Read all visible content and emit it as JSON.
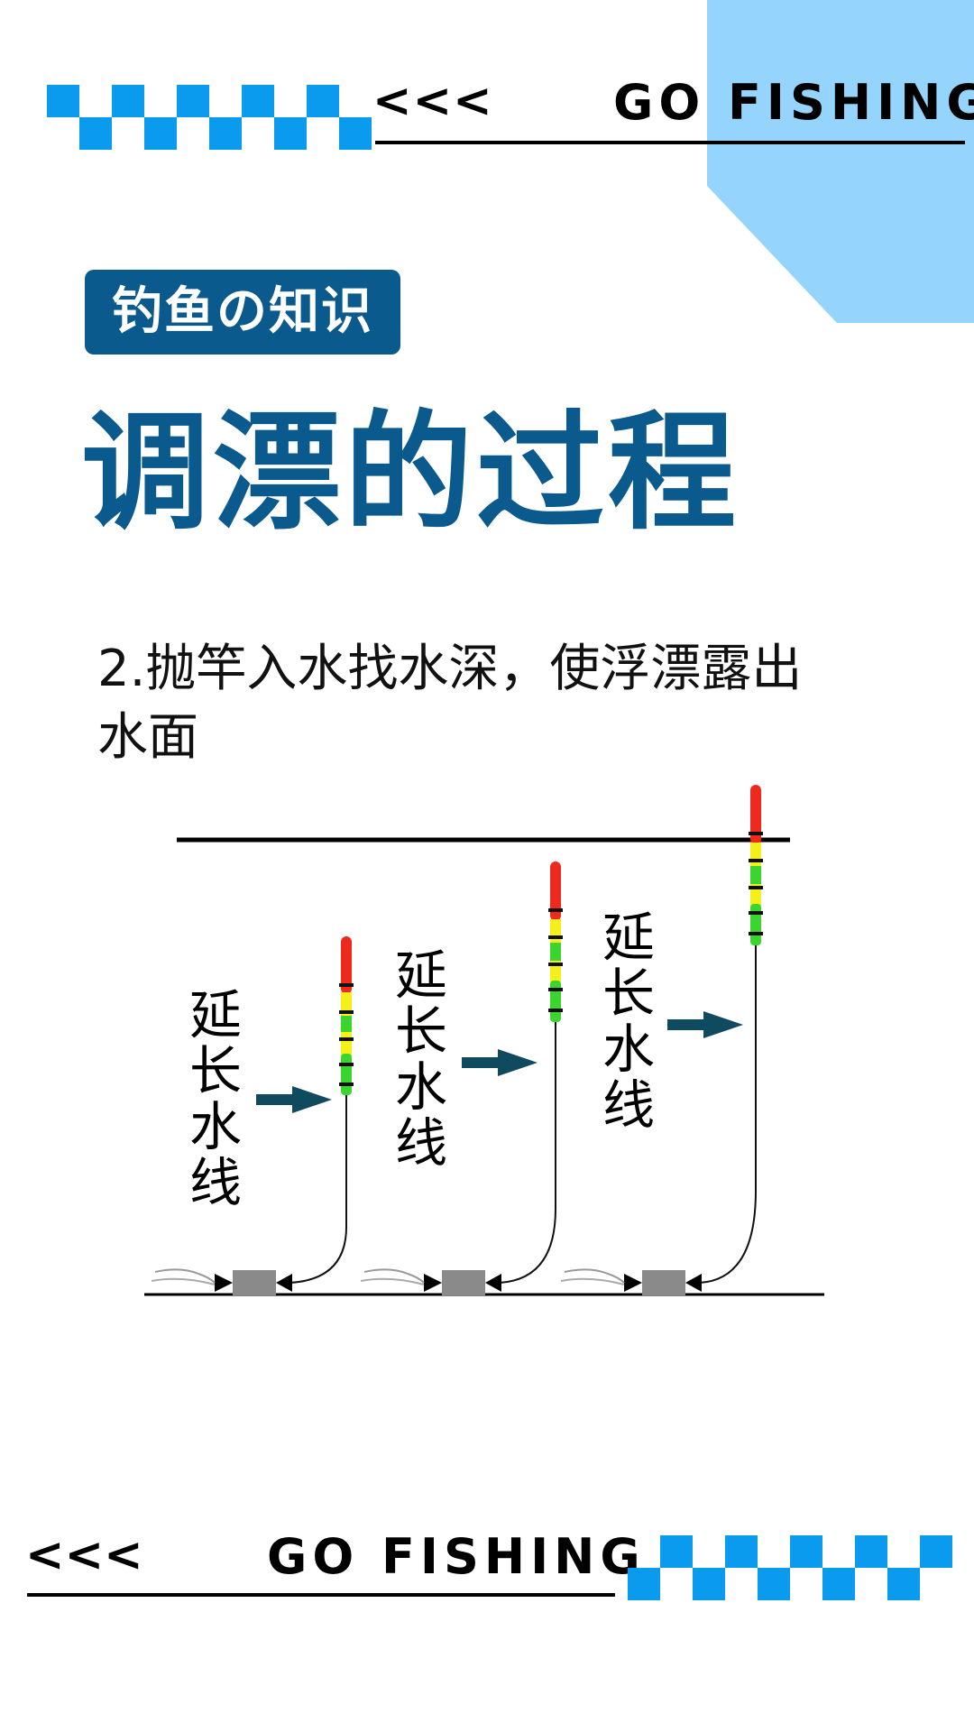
{
  "header": {
    "arrows": "<<<",
    "brand": "GO FISHING"
  },
  "badge": "钓鱼の知识",
  "title": "调漂的过程",
  "step_text": "2.抛竿入水找水深，使浮漂露出水面",
  "diagram": {
    "labels": [
      "延长水线",
      "延长水线",
      "延长水线"
    ]
  },
  "footer": {
    "arrows": "<<<",
    "brand": "GO FISHING"
  },
  "colors": {
    "accent_dark": "#0a5a8e",
    "checker_blue": "#0a9aee",
    "corner_light_blue": "#95d4fc",
    "arrow_teal": "#0f4a5e",
    "float_red": "#ee2a1e",
    "float_yellow": "#f5f01a",
    "float_green": "#3cd42e"
  }
}
